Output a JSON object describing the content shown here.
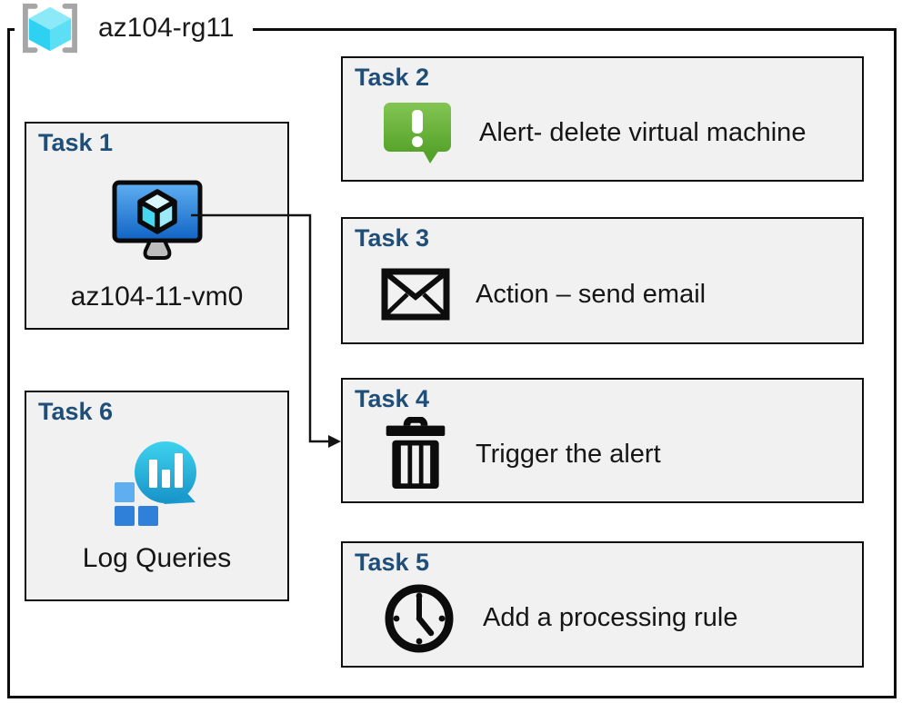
{
  "diagram": {
    "resource_group": {
      "label": "az104-rg11",
      "icon": "resource-group-icon"
    },
    "tasks": {
      "task1": {
        "title": "Task 1",
        "label": "az104-11-vm0",
        "icon": "virtual-machine-icon"
      },
      "task2": {
        "title": "Task 2",
        "label": "Alert- delete virtual machine",
        "icon": "alert-message-icon"
      },
      "task3": {
        "title": "Task 3",
        "label": "Action – send email",
        "icon": "email-envelope-icon"
      },
      "task4": {
        "title": "Task 4",
        "label": "Trigger the alert",
        "icon": "trash-icon"
      },
      "task5": {
        "title": "Task 5",
        "label": "Add a processing rule",
        "icon": "clock-icon"
      },
      "task6": {
        "title": "Task 6",
        "label": "Log Queries",
        "icon": "log-queries-icon"
      }
    },
    "connector": {
      "from": "Task 1 virtual machine",
      "to": "Task 4"
    },
    "colors": {
      "heading_blue": "#1F4E79",
      "box_fill": "#F1F1F1",
      "border_black": "#0D0D0D",
      "alert_green": "#66B32E",
      "vm_screen_blue": "#2D7DD2",
      "log_teal": "#29B6DD",
      "log_square_blue": "#2E80D8",
      "rg_cube_cyan": "#50D7F0",
      "rg_bracket_gray": "#A6A6A6"
    }
  }
}
